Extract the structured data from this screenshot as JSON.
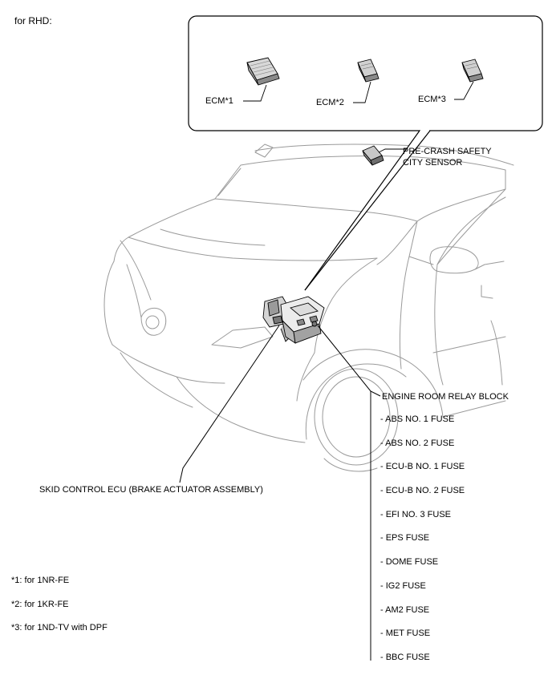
{
  "header": {
    "title": "for RHD:"
  },
  "callout": {
    "ecm1_label": "ECM*1",
    "ecm2_label": "ECM*2",
    "ecm3_label": "ECM*3"
  },
  "labels": {
    "sensor_line1": "PRE-CRASH SAFETY",
    "sensor_line2": "CITY SENSOR",
    "relay_block": "ENGINE ROOM RELAY BLOCK",
    "skid_ecu": "SKID CONTROL ECU (BRAKE ACTUATOR ASSEMBLY)"
  },
  "fuses": [
    "- ABS NO. 1 FUSE",
    "- ABS NO. 2 FUSE",
    "- ECU-B NO. 1 FUSE",
    "- ECU-B NO. 2 FUSE",
    "- EFI NO. 3 FUSE",
    "- EPS FUSE",
    "- DOME FUSE",
    "- IG2 FUSE",
    "- AM2 FUSE",
    "- MET FUSE",
    "- BBC FUSE"
  ],
  "notes": [
    "*1: for 1NR-FE",
    "*2: for 1KR-FE",
    "*3: for 1ND-TV with DPF"
  ]
}
